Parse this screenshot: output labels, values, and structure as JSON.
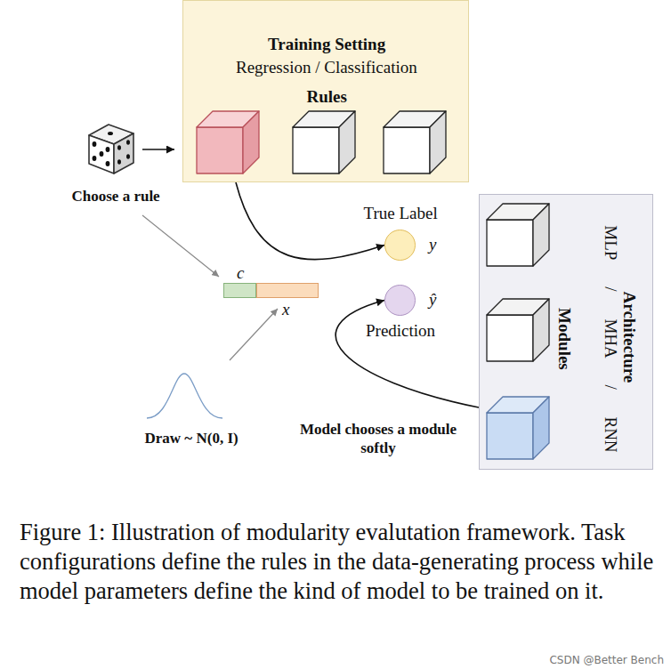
{
  "diagram": {
    "caption": "Figure 1: Illustration of modularity evalutation framework. Task configurations define the rules in the data-generating process while model parameters define the kind of model to be trained on it.",
    "nodes": [
      {
        "text": [
          "Training Setting",
          "Regression / Classification",
          "Rules"
        ]
      },
      {
        "text": [
          "c"
        ]
      },
      {
        "text": [
          "x"
        ]
      },
      {
        "text": [
          "True Label",
          "y"
        ]
      },
      {
        "text": [
          "ŷ",
          "Prediction"
        ]
      },
      {
        "text": [
          "Architecture",
          "MLP / MHA / RNN",
          "Modules"
        ]
      }
    ],
    "edges": [
      {
        "from": 0,
        "to": 3,
        "arrow": "to"
      },
      {
        "from": 5,
        "to": 4,
        "arrow": "to"
      }
    ],
    "labels": [
      "Choose a rule",
      "Draw ~ N(0, I)",
      "Model chooses a module softly",
      "CSDN @Better Bench"
    ]
  }
}
